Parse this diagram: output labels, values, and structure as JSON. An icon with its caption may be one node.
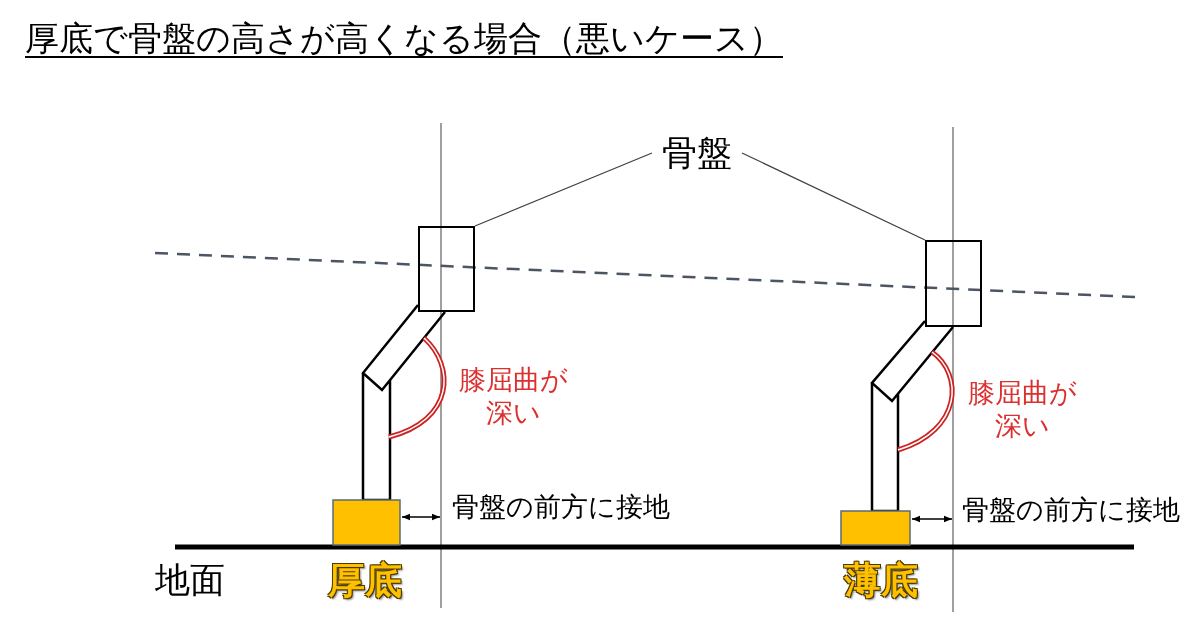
{
  "diagram": {
    "title": "厚底で骨盤の高さが高くなる場合（悪いケース）",
    "nodes": [
      {
        "text": [
          "骨盤"
        ]
      },
      {
        "text": [],
        "shape": "box"
      },
      {
        "text": [],
        "shape": "box"
      }
    ],
    "edges": [
      {
        "from": 0,
        "to": 1,
        "arrow": "none"
      },
      {
        "from": 0,
        "to": 2,
        "arrow": "none"
      }
    ],
    "labels": [
      "膝屈曲が深い",
      "膝屈曲が深い",
      "骨盤の前方に接地",
      "骨盤の前方に接地",
      "地面",
      "厚底",
      "薄底"
    ]
  }
}
